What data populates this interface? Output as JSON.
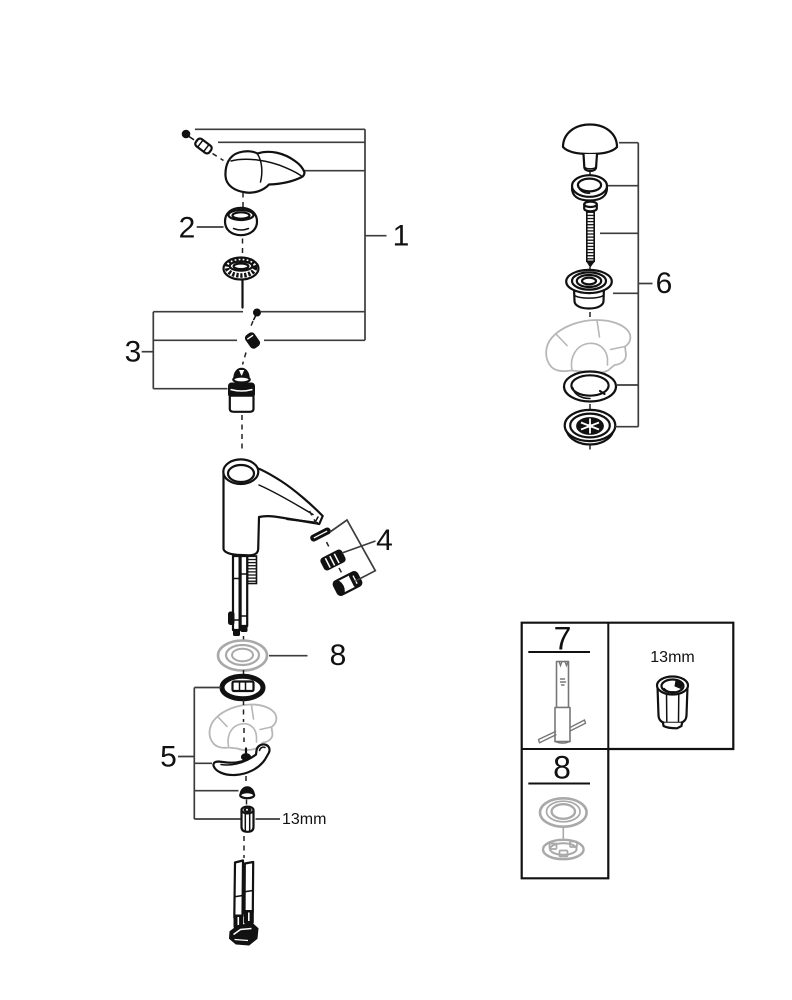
{
  "colors": {
    "ink": "#111111",
    "leader": "#3c3c3c",
    "ghost_gray": "#b7b7b7",
    "part_gray": "#a9a9a9",
    "background": "#ffffff"
  },
  "callouts": {
    "c1": "1",
    "c2": "2",
    "c3": "3",
    "c4": "4",
    "c5": "5",
    "c6": "6",
    "c8": "8",
    "wrench_size": "13mm"
  },
  "inset": {
    "c7": "7",
    "c8": "8",
    "wrench_size": "13mm"
  }
}
